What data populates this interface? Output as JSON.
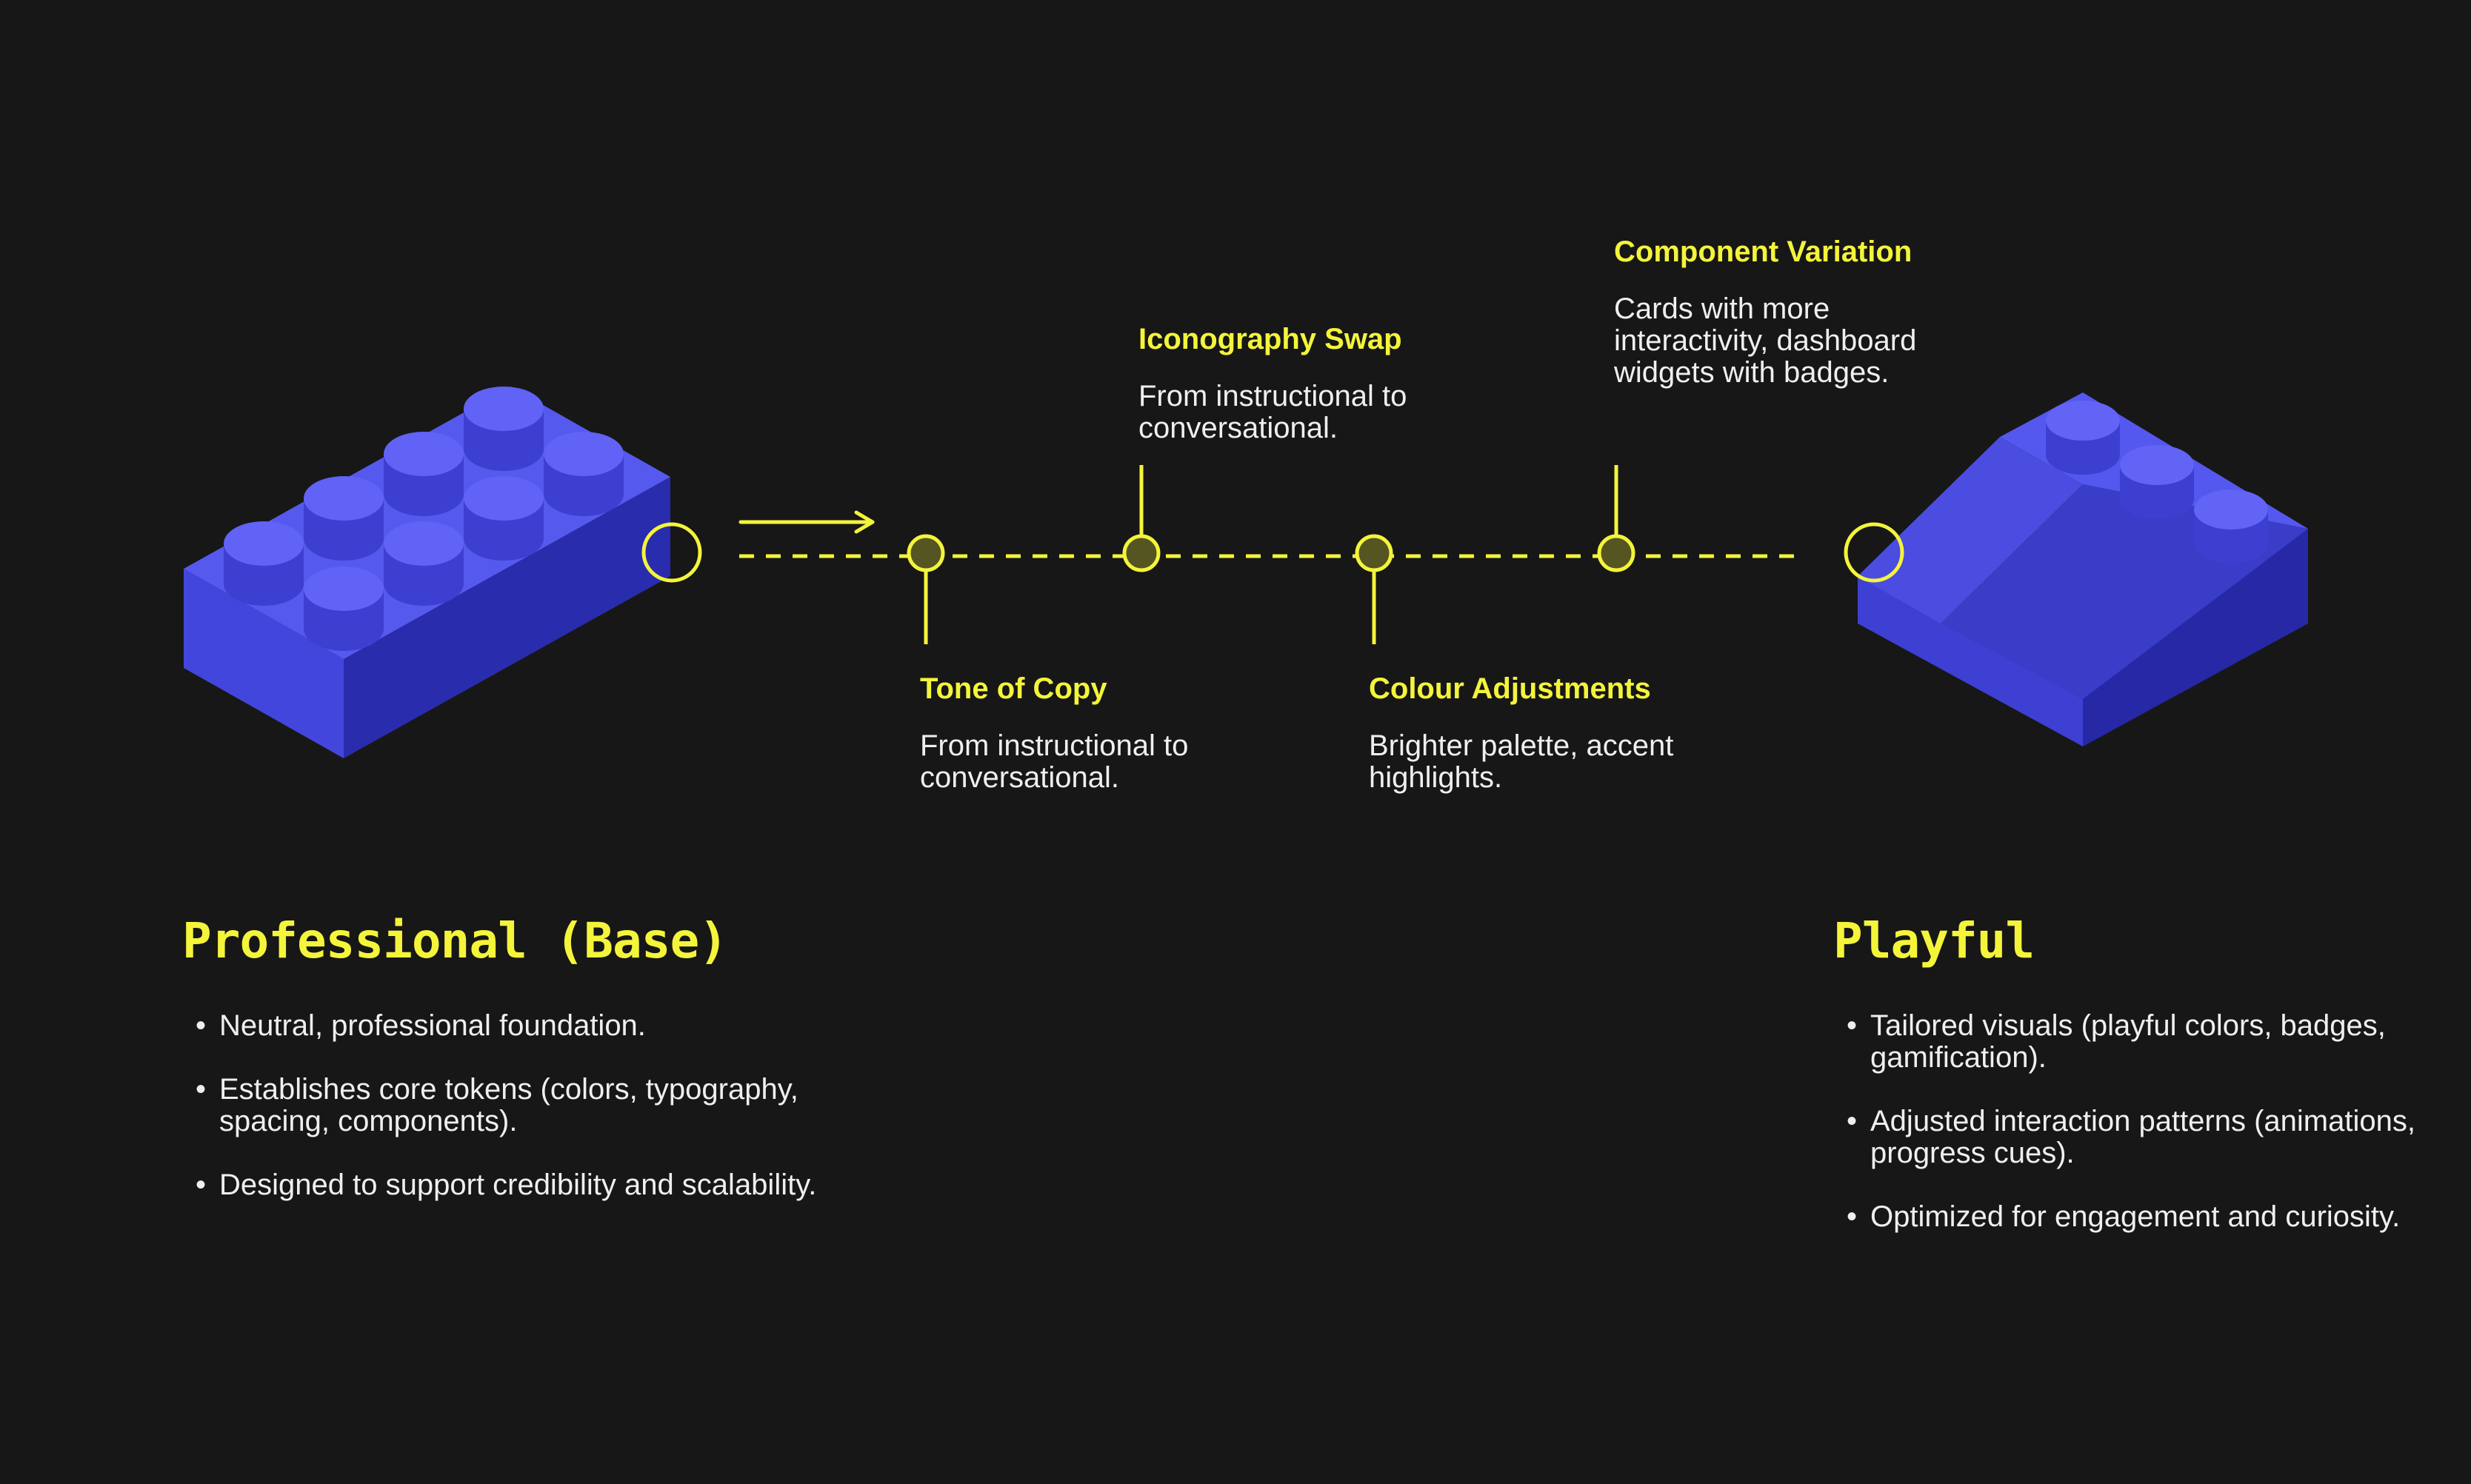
{
  "colors": {
    "background": "#171717",
    "accent": "#f4f43b",
    "brick_top": "#5558f0",
    "brick_side": "#2e30b8",
    "brick_front": "#3c3fd6",
    "text": "#efefef"
  },
  "milestones": [
    {
      "title": "Tone of Copy",
      "description": "From instructional to conversational."
    },
    {
      "title": "Iconography Swap",
      "description": "From instructional to conversational."
    },
    {
      "title": "Colour Adjustments",
      "description": "Brighter palette, accent highlights."
    },
    {
      "title": "Component Variation",
      "description": "Cards with more interactivity, dashboard widgets with badges."
    }
  ],
  "base": {
    "title": "Professional (Base)",
    "bullets": [
      "Neutral, professional foundation.",
      "Establishes core tokens (colors, typography, spacing, components).",
      "Designed to support credibility and scalability."
    ]
  },
  "playful": {
    "title": "Playful",
    "bullets": [
      "Tailored visuals (playful colors, badges, gamification).",
      "Adjusted interaction patterns (animations, progress cues).",
      "Optimized for engagement and curiosity."
    ]
  }
}
